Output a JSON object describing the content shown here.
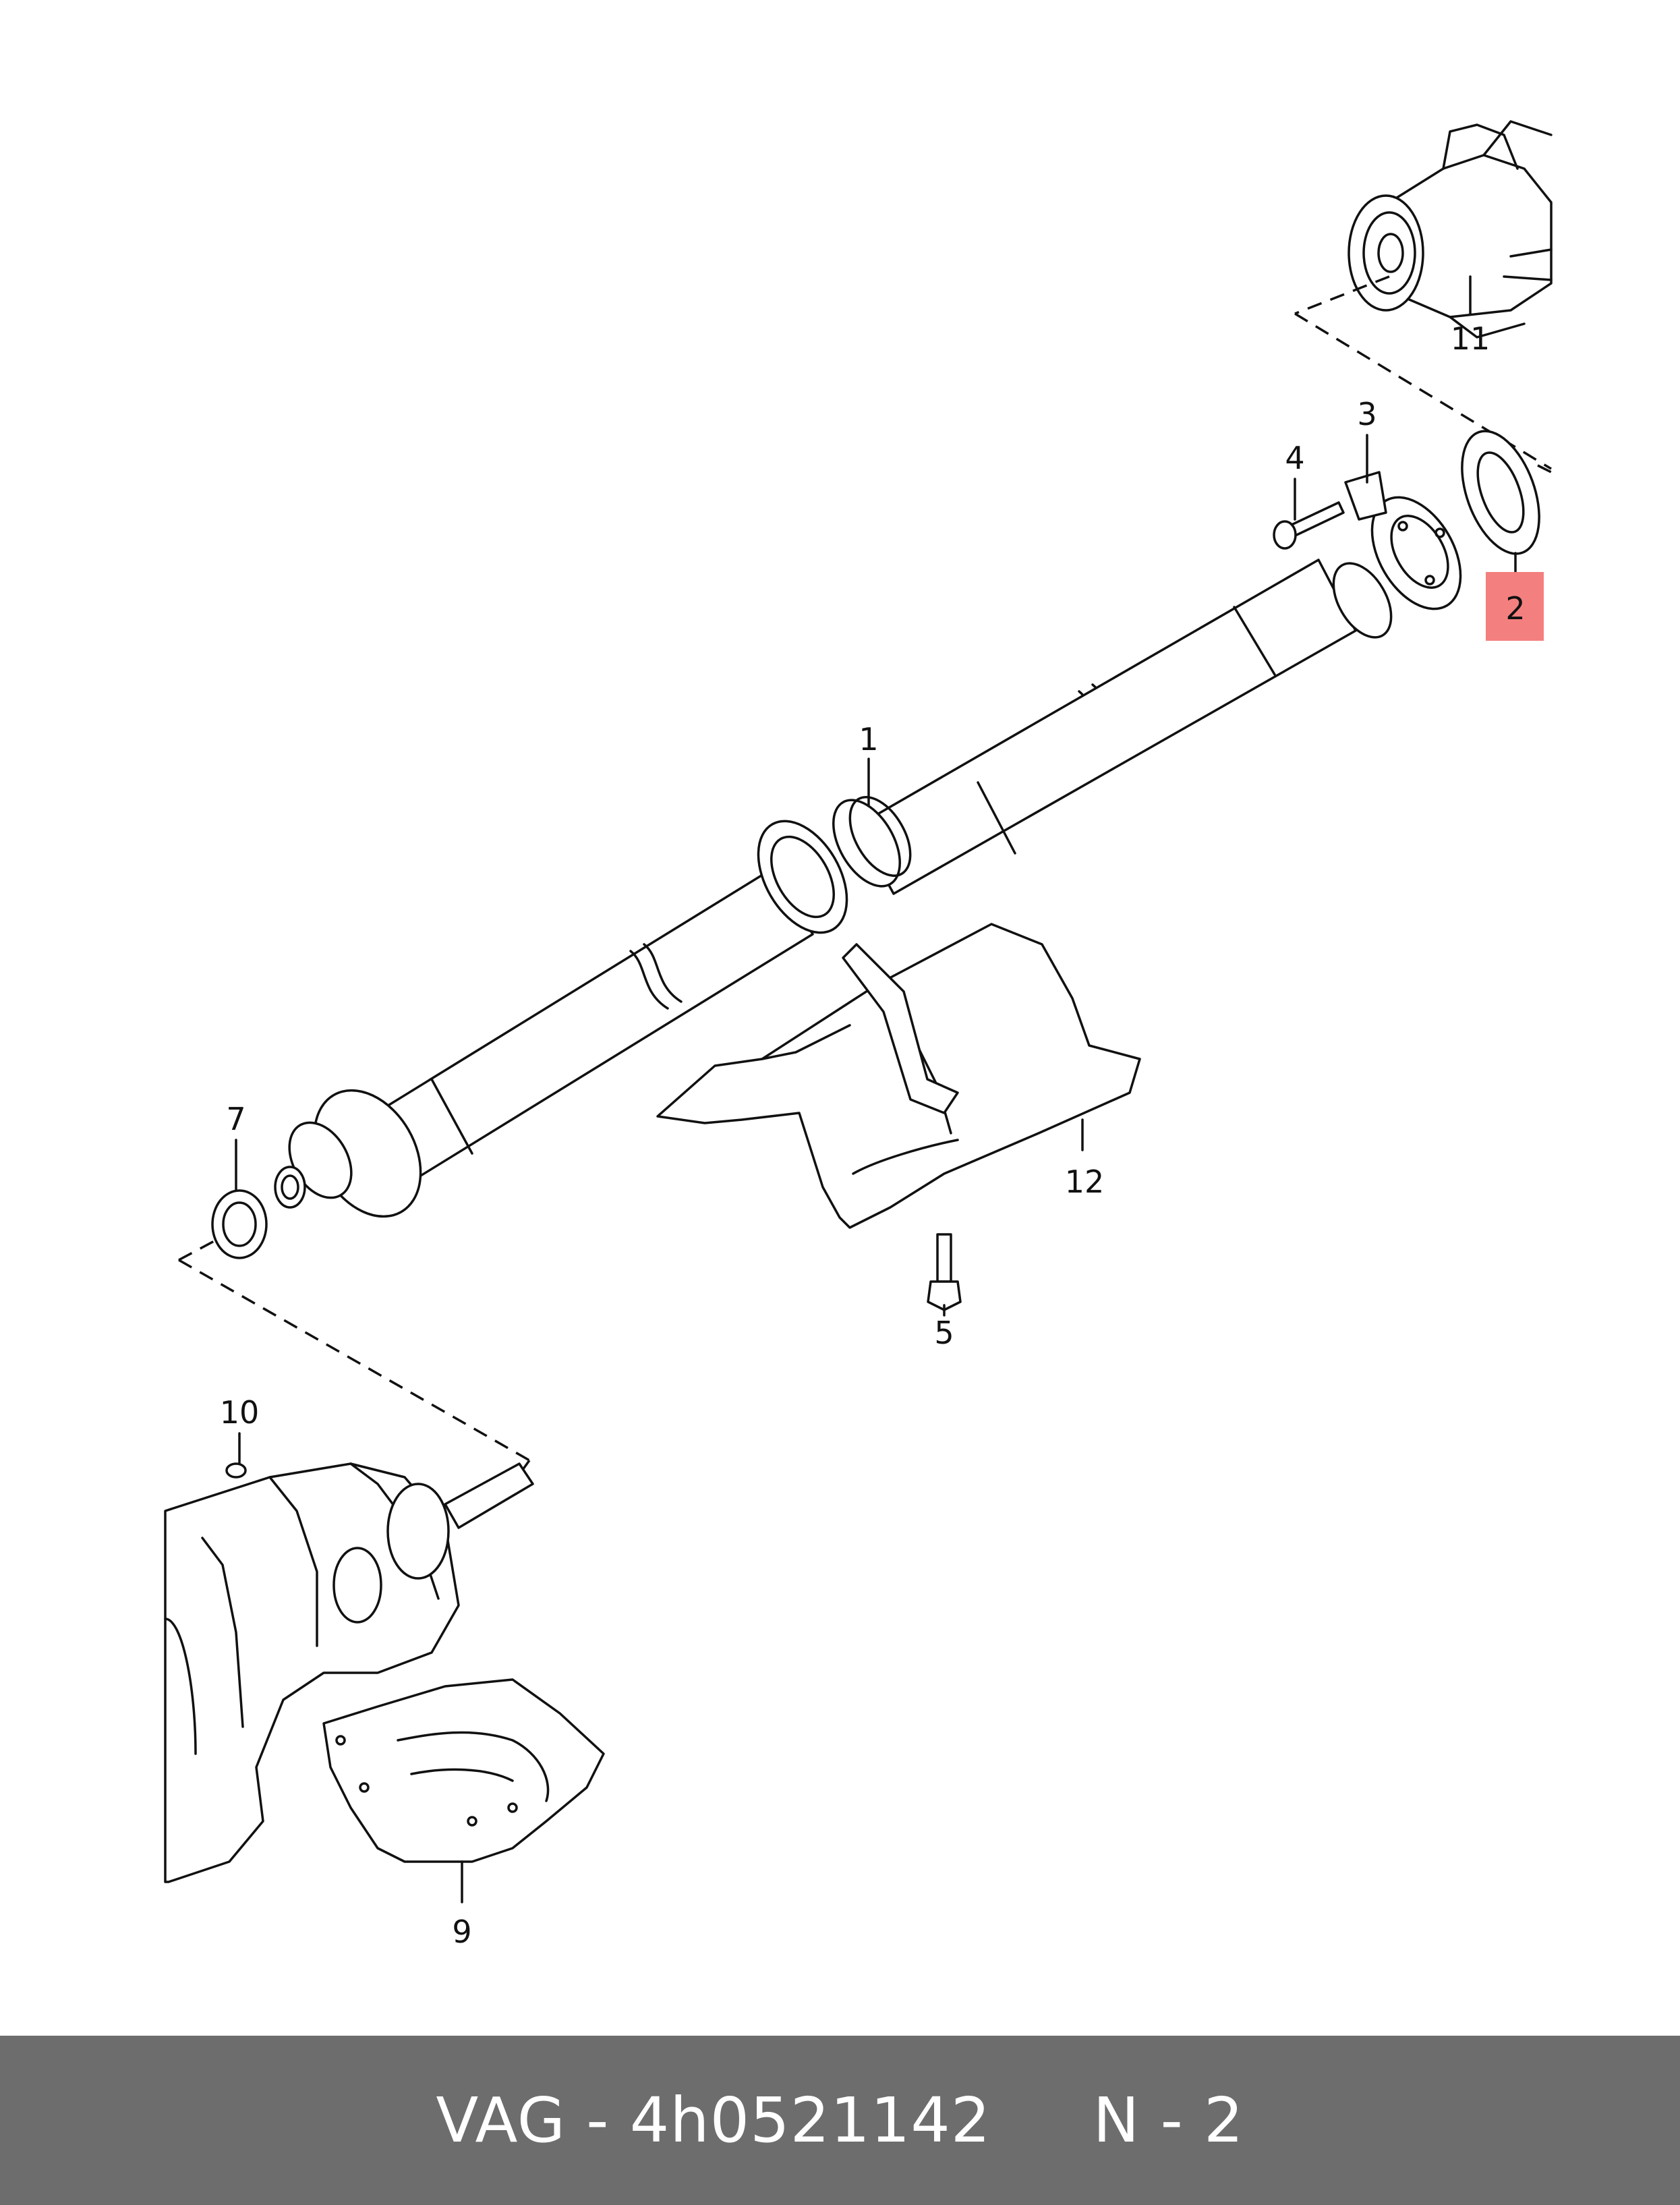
{
  "callouts": {
    "c1": "1",
    "c2": "2",
    "c3": "3",
    "c4": "4",
    "c5": "5",
    "c7": "7",
    "c9": "9",
    "c10": "10",
    "c11": "11",
    "c12": "12"
  },
  "highlight_color": "#f47f7f",
  "footer": {
    "text": "VAG - 4h0521142     N - 2"
  }
}
